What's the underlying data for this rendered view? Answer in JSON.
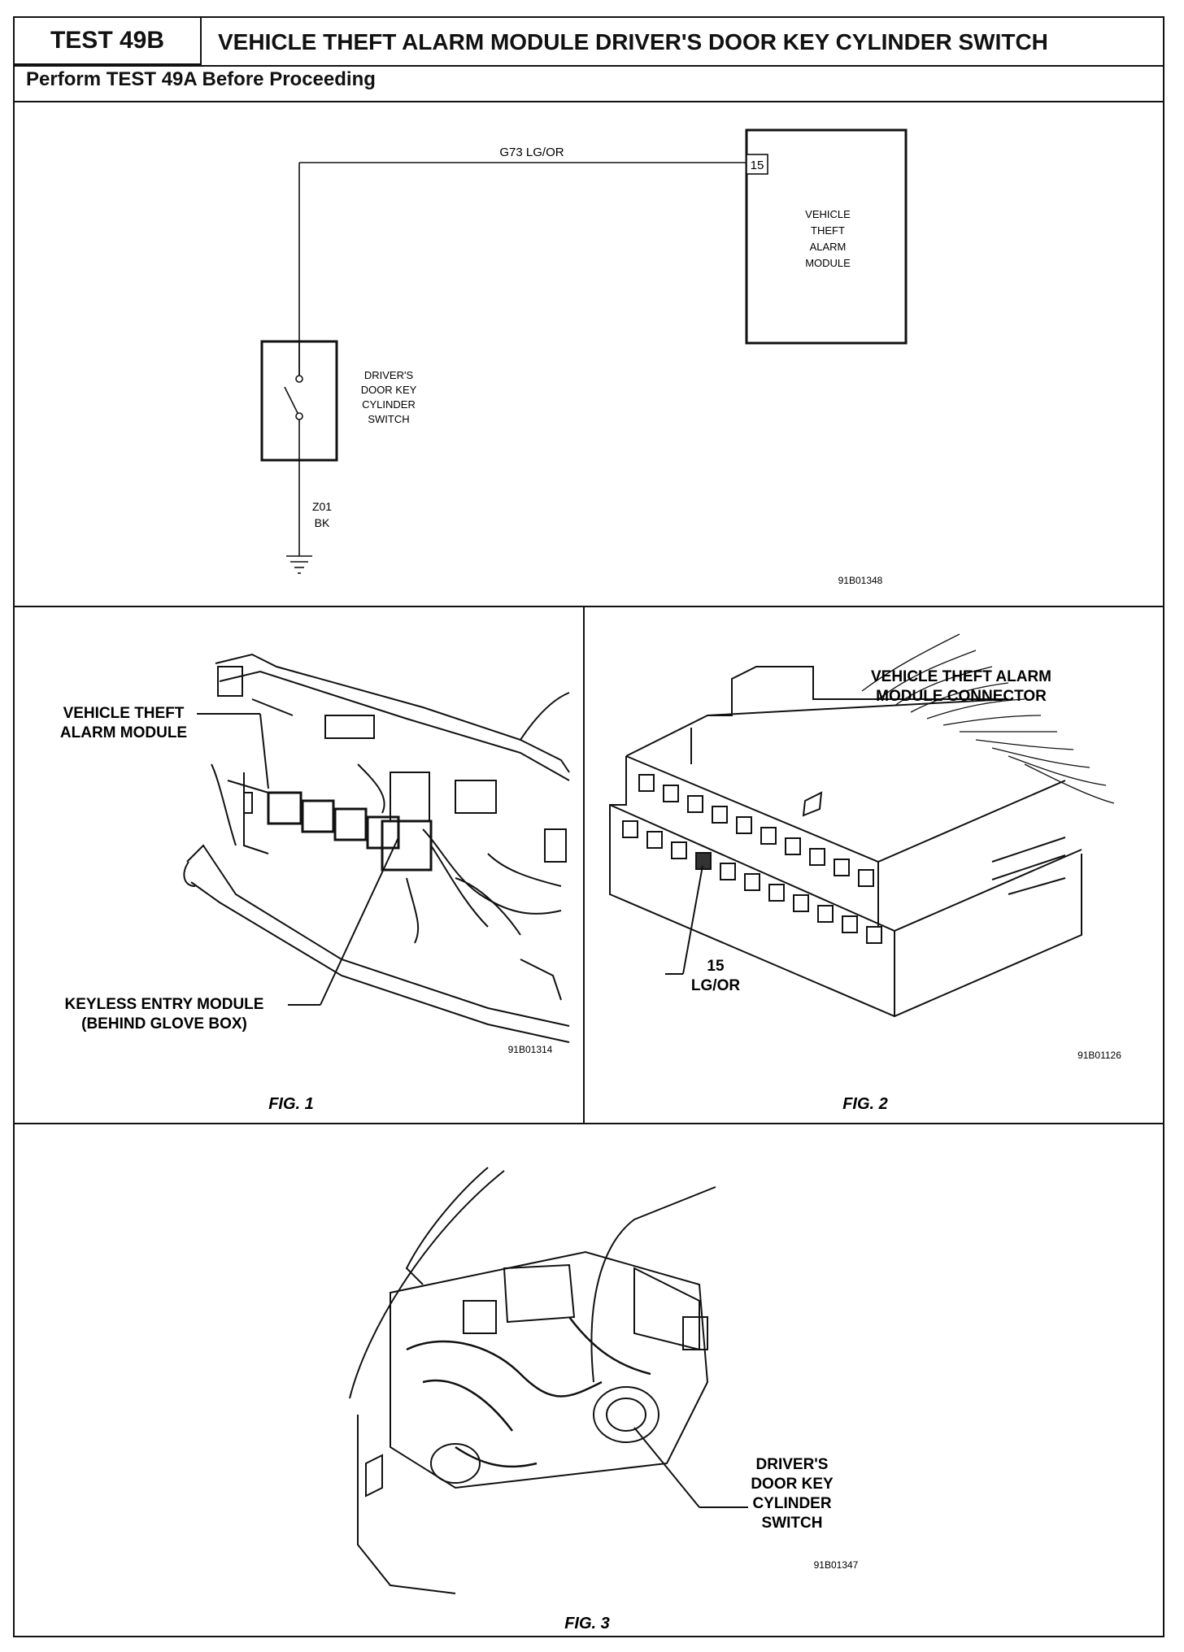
{
  "header": {
    "test_label": "TEST 49B",
    "title": "VEHICLE THEFT ALARM MODULE DRIVER'S DOOR KEY CYLINDER SWITCH",
    "subtitle": "Perform TEST 49A Before Proceeding"
  },
  "schematic": {
    "wire_top": "G73 LG/OR",
    "pin": "15",
    "module_label": [
      "VEHICLE",
      "THEFT",
      "ALARM",
      "MODULE"
    ],
    "switch_label": [
      "DRIVER'S",
      "DOOR KEY",
      "CYLINDER",
      "SWITCH"
    ],
    "ground_wire": [
      "Z01",
      "BK"
    ],
    "figure_id": "91B01348"
  },
  "fig1": {
    "callout_module": [
      "VEHICLE THEFT",
      "ALARM MODULE"
    ],
    "callout_keyless": [
      "KEYLESS ENTRY MODULE",
      "(BEHIND GLOVE BOX)"
    ],
    "figure_id": "91B01314",
    "caption": "FIG. 1"
  },
  "fig2": {
    "callout_connector": [
      "VEHICLE THEFT ALARM",
      "MODULE CONNECTOR"
    ],
    "callout_pin": [
      "15",
      "LG/OR"
    ],
    "figure_id": "91B01126",
    "caption": "FIG. 2"
  },
  "fig3": {
    "callout_switch": [
      "DRIVER'S",
      "DOOR KEY",
      "CYLINDER",
      "SWITCH"
    ],
    "figure_id": "91B01347",
    "caption": "FIG. 3"
  }
}
